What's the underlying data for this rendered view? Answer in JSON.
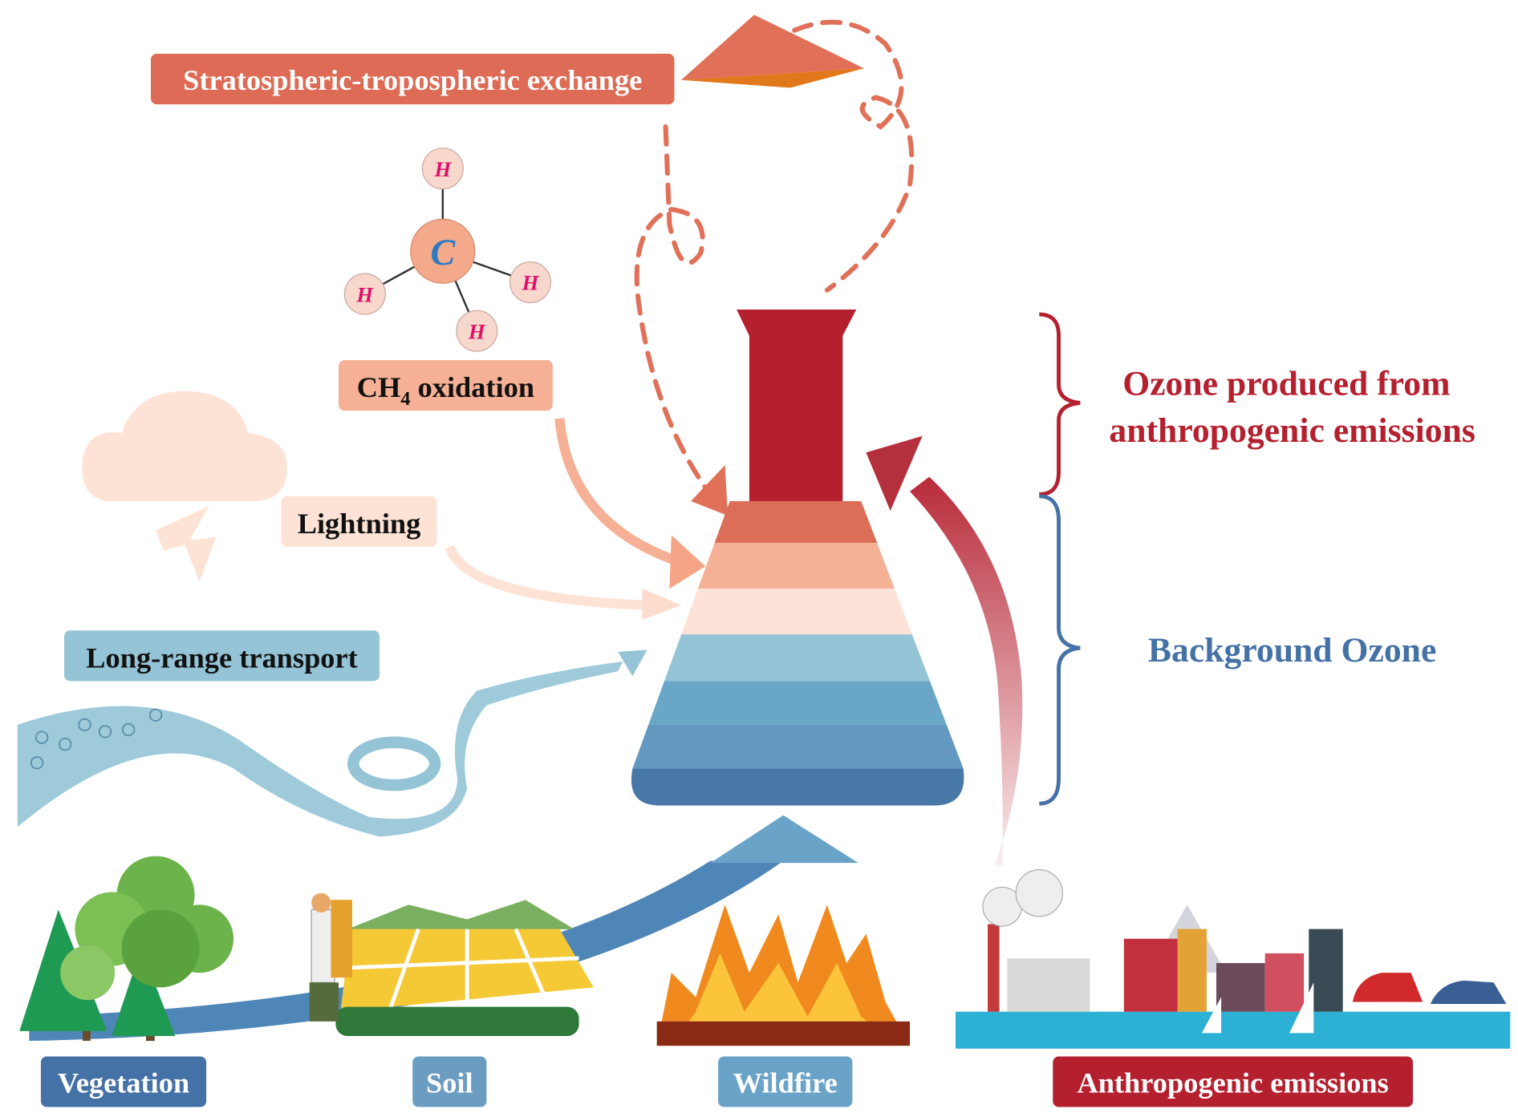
{
  "labels": {
    "ste": "Stratospheric-tropospheric exchange",
    "ch4_main": "CH",
    "ch4_sub": "4",
    "ch4_rest": " oxidation",
    "lightning": "Lightning",
    "long_range": "Long-range transport",
    "vegetation": "Vegetation",
    "soil": "Soil",
    "wildfire": "Wildfire",
    "anthropogenic": "Anthropogenic emissions"
  },
  "brace_text": {
    "anthro_line1": "Ozone produced from",
    "anthro_line2": "anthropogenic emissions",
    "background": "Background Ozone"
  },
  "molecule": {
    "center": "C",
    "atoms": [
      "H",
      "H",
      "H",
      "H"
    ]
  },
  "colors": {
    "ste": "#dd6b55",
    "ch4": "#f5b096",
    "lightning": "#fde3d5",
    "long_range": "#94c4d6",
    "vegetation": "#4471a6",
    "soil": "#6b9cc2",
    "wildfire": "#6aa3c8",
    "anthropogenic": "#b5202f",
    "anthro_text": "#b5202f",
    "background_text": "#4471a6",
    "flask_bands": [
      "#b5202f",
      "#dc6e58",
      "#f5b195",
      "#fde3d7",
      "#95c4d6",
      "#6aa6c6",
      "#6399c0",
      "#4878a8"
    ]
  }
}
